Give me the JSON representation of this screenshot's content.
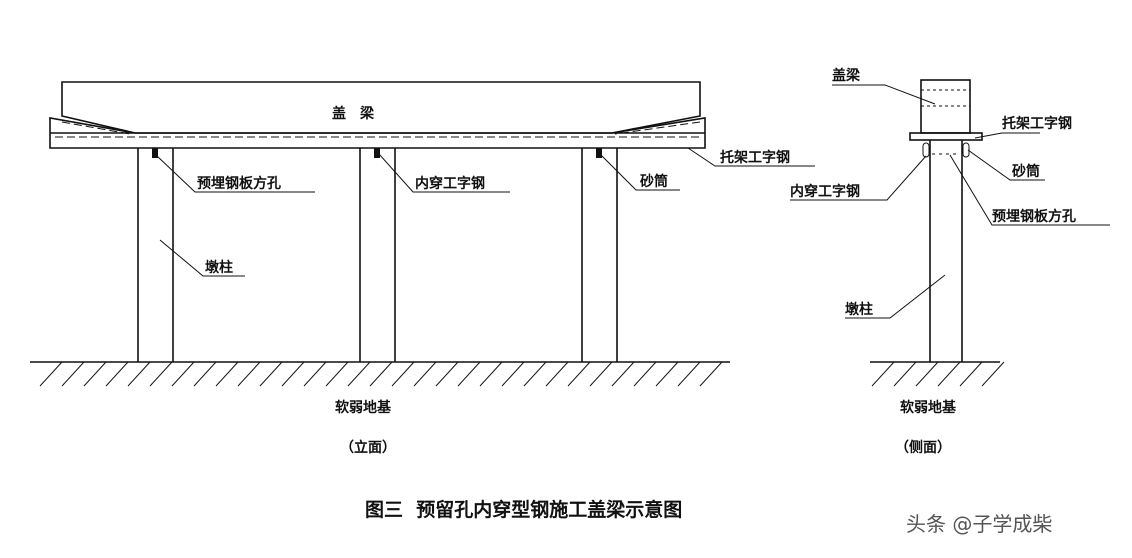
{
  "elevation": {
    "cap_beam": "盖梁",
    "embedded_plate_hole": "预埋钢板方孔",
    "through_i_beam": "内穿工字钢",
    "sand_cylinder": "砂筒",
    "bracket_i_beam": "托架工字钢",
    "pier_column": "墩柱",
    "soft_foundation": "软弱地基",
    "view_label": "（立面）"
  },
  "side": {
    "cap_beam": "盖梁",
    "bracket_i_beam": "托架工字钢",
    "sand_cylinder": "砂筒",
    "through_i_beam": "内穿工字钢",
    "embedded_plate_hole": "预埋钢板方孔",
    "pier_column": "墩柱",
    "soft_foundation": "软弱地基",
    "view_label": "（侧面）"
  },
  "caption": "图三  预留孔内穿型钢施工盖梁示意图",
  "watermark": "头条 @子学成柴"
}
